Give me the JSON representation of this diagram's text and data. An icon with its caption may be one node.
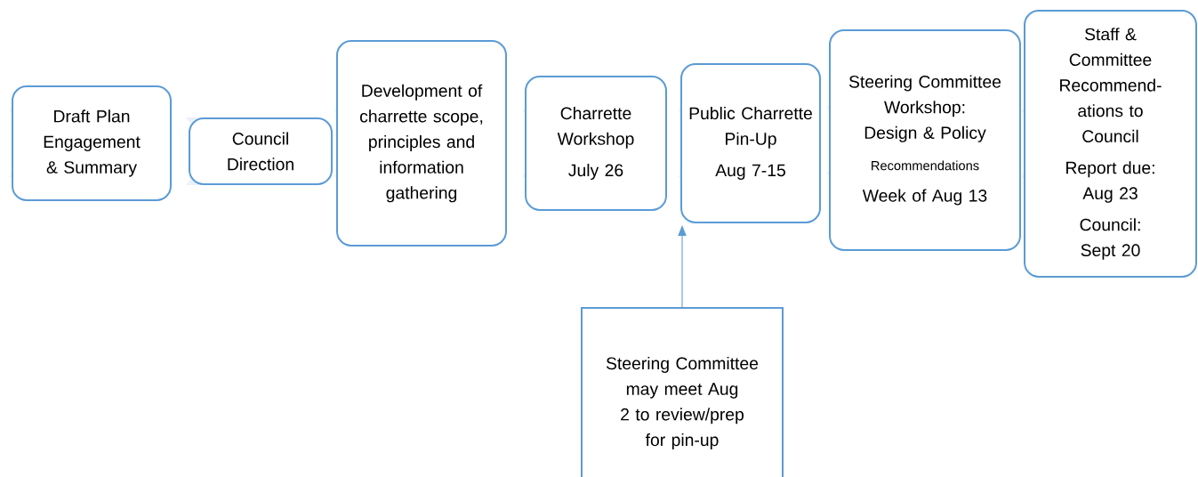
{
  "diagram": {
    "nodes": [
      {
        "text": [
          "Draft Plan Engagement & Summary"
        ]
      },
      {
        "text": [
          "Council Direction"
        ]
      },
      {
        "text": [
          "Development of charrette scope, principles and information gathering"
        ]
      },
      {
        "text": [
          "Charrette Workshop",
          "July 26"
        ]
      },
      {
        "text": [
          "Public Charrette Pin-Up",
          "Aug 7-15"
        ]
      },
      {
        "text": [
          "Steering Committee Workshop: Design & Policy",
          "Recommendations",
          "Week of Aug 13"
        ]
      },
      {
        "text": [
          "Staff & Committee Recommend-ations to Council",
          "Report due: Aug 23",
          "Council: Sept 20"
        ]
      },
      {
        "text": [
          "Steering Committee may meet Aug 2 to review/prep for pin-up"
        ]
      }
    ],
    "edges": [
      {
        "from": 7,
        "to": 4,
        "arrow": "to"
      }
    ]
  }
}
